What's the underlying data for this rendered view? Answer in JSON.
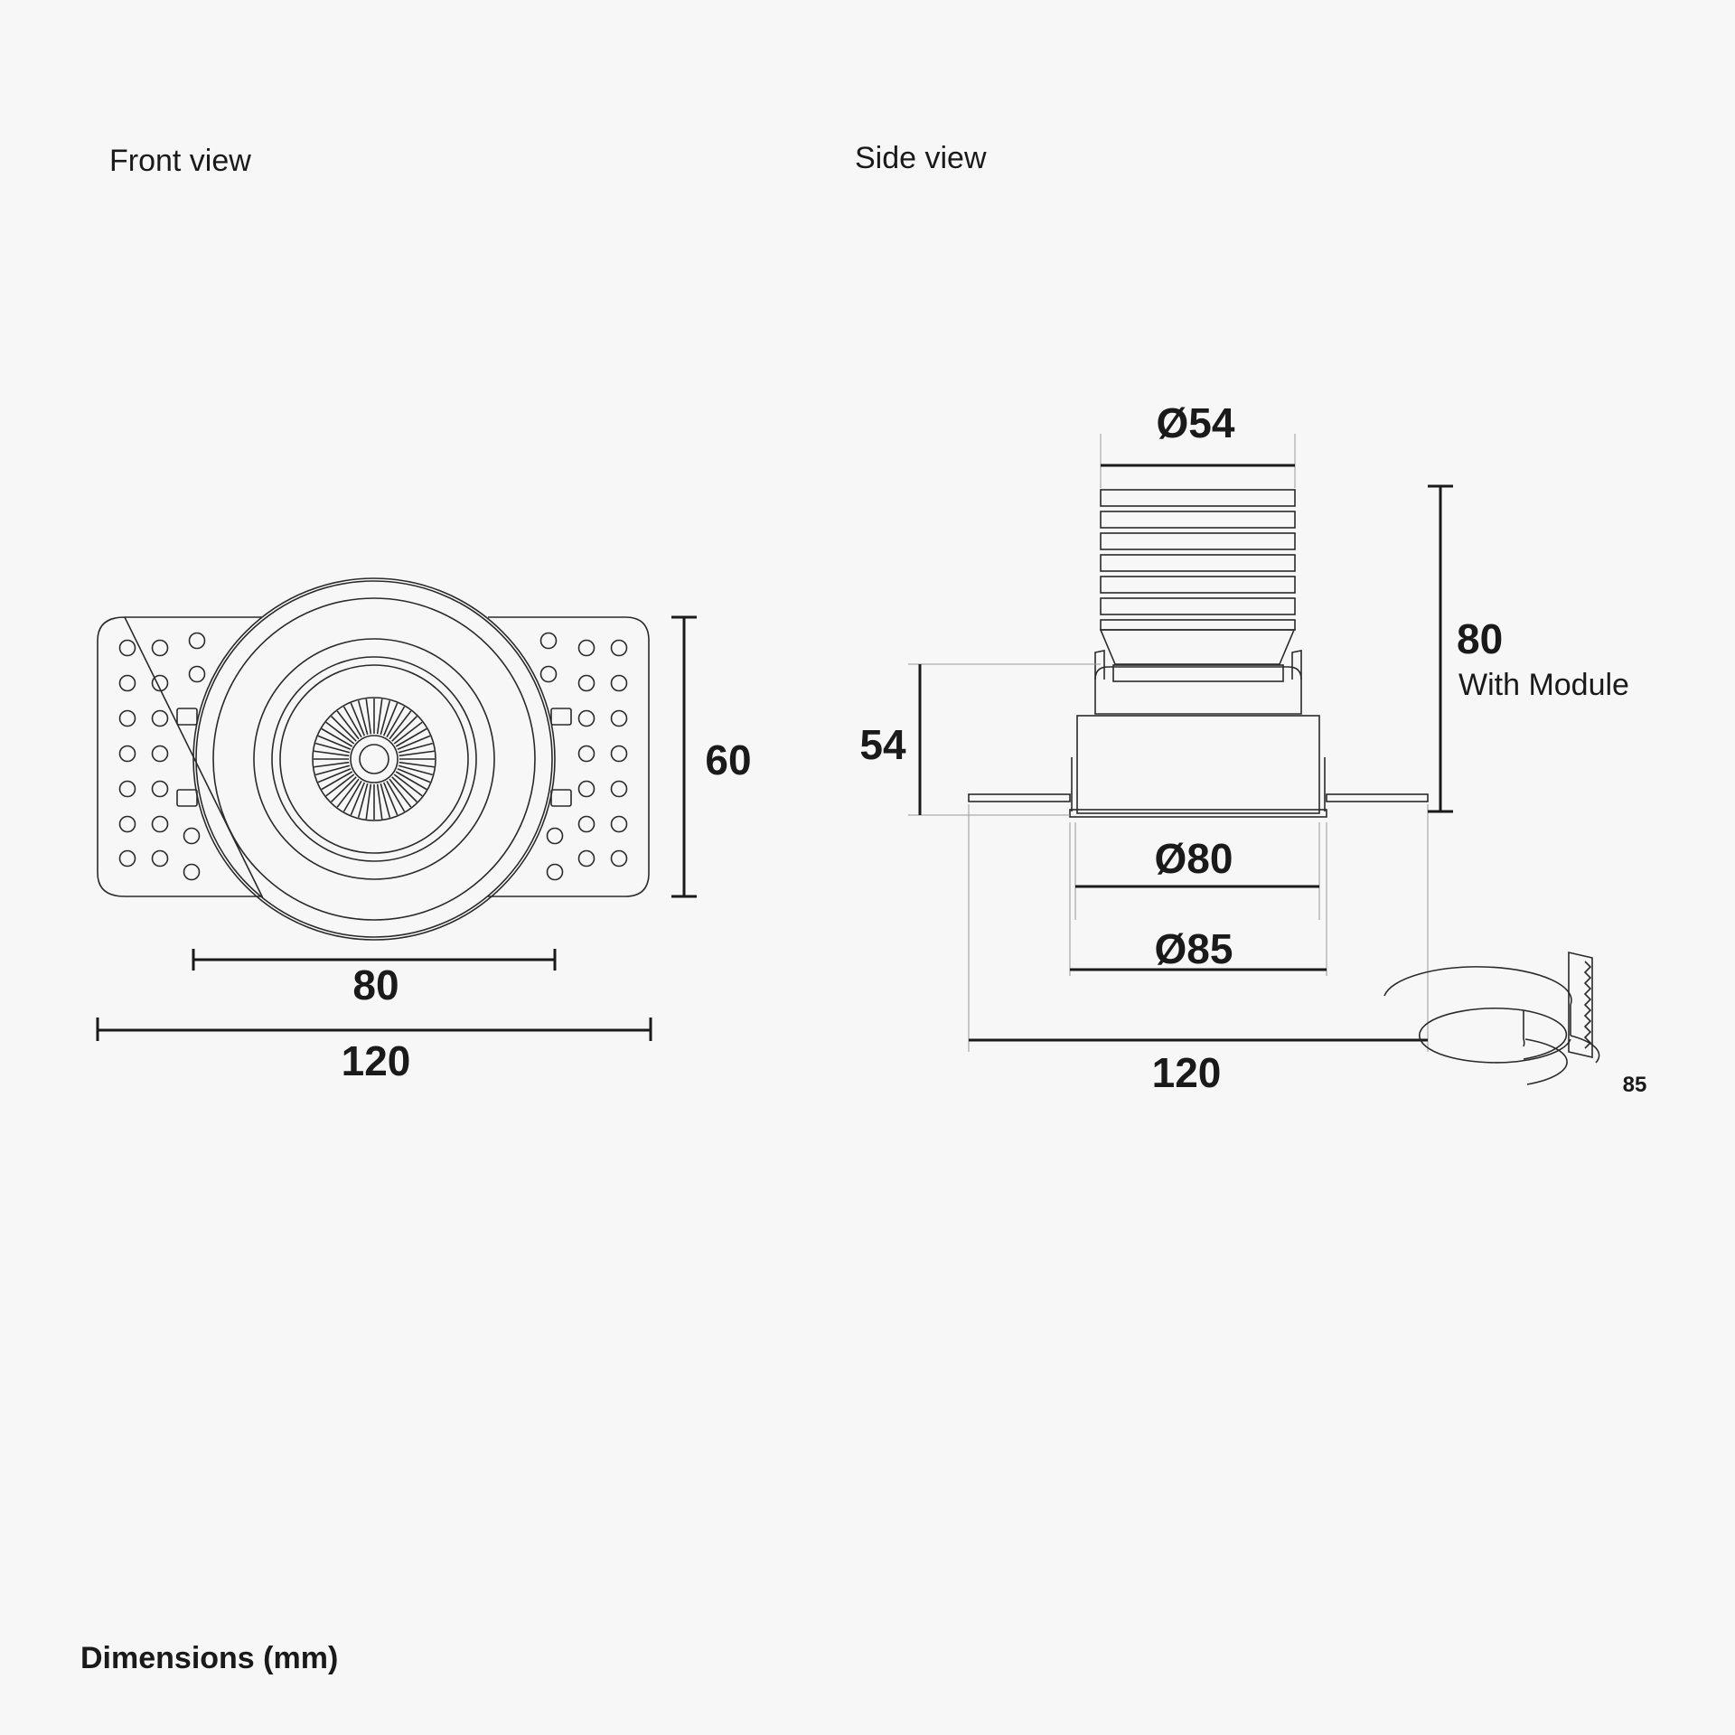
{
  "front_view": {
    "title": "Front view",
    "dim_height": "60",
    "dim_inner_width": "80",
    "dim_total_width": "120"
  },
  "side_view": {
    "title": "Side view",
    "dim_module_diameter": "Ø54",
    "dim_height_module": "80",
    "with_module_label": "With Module",
    "dim_body_height": "54",
    "dim_body_diameter": "Ø80",
    "dim_cutout_diameter": "Ø85",
    "dim_total_width": "120"
  },
  "cutout_ring": {
    "label": "85"
  },
  "footer": {
    "label": "Dimensions (mm)"
  },
  "colors": {
    "background": "#f7f7f7",
    "ink": "#1a1a1a"
  }
}
